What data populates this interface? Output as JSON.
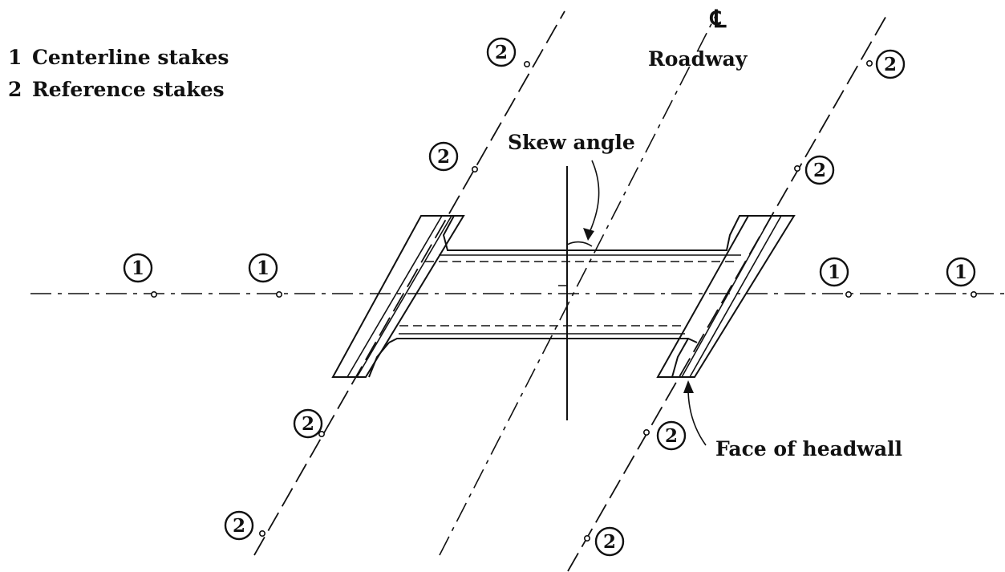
{
  "legend": {
    "items": [
      {
        "number": "1",
        "text": "Centerline stakes"
      },
      {
        "number": "2",
        "text": "Reference stakes"
      }
    ]
  },
  "labels": {
    "centerline_symbol": "℄",
    "roadway": "Roadway",
    "skew_angle": "Skew angle",
    "face_of_headwall": "Face of headwall"
  },
  "centerline_stake_number": "1",
  "reference_stake_number": "2"
}
